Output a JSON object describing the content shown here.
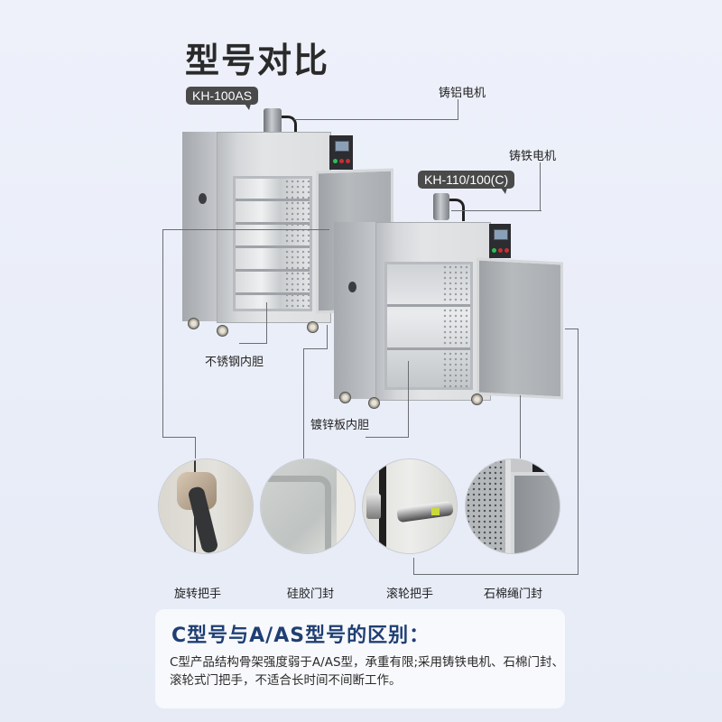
{
  "title": "型号对比",
  "models": {
    "as": {
      "tag": "KH-100AS"
    },
    "c": {
      "tag": "KH-110/100(C)"
    }
  },
  "callouts": {
    "motor_aluminum": "铸铝电机",
    "motor_iron": "铸铁电机",
    "liner_stainless": "不锈钢内胆",
    "liner_galvanized": "镀锌板内胆"
  },
  "features": [
    {
      "label": "旋转把手",
      "icon": "rotary-handle"
    },
    {
      "label": "硅胶门封",
      "icon": "silicone-seal"
    },
    {
      "label": "滚轮把手",
      "icon": "roller-handle"
    },
    {
      "label": "石棉绳门封",
      "icon": "asbestos-rope-seal"
    }
  ],
  "info": {
    "heading": "C型号与A/AS型号的区别：",
    "body": "C型产品结构骨架强度弱于A/AS型，承重有限;采用铸铁电机、石棉门封、滚轮式门把手，不适合长时间不间断工作。"
  },
  "colors": {
    "background": "#eceff9",
    "heading": "#1f3f73",
    "tag": "#4a4a4a",
    "line": "#6a6d72"
  }
}
